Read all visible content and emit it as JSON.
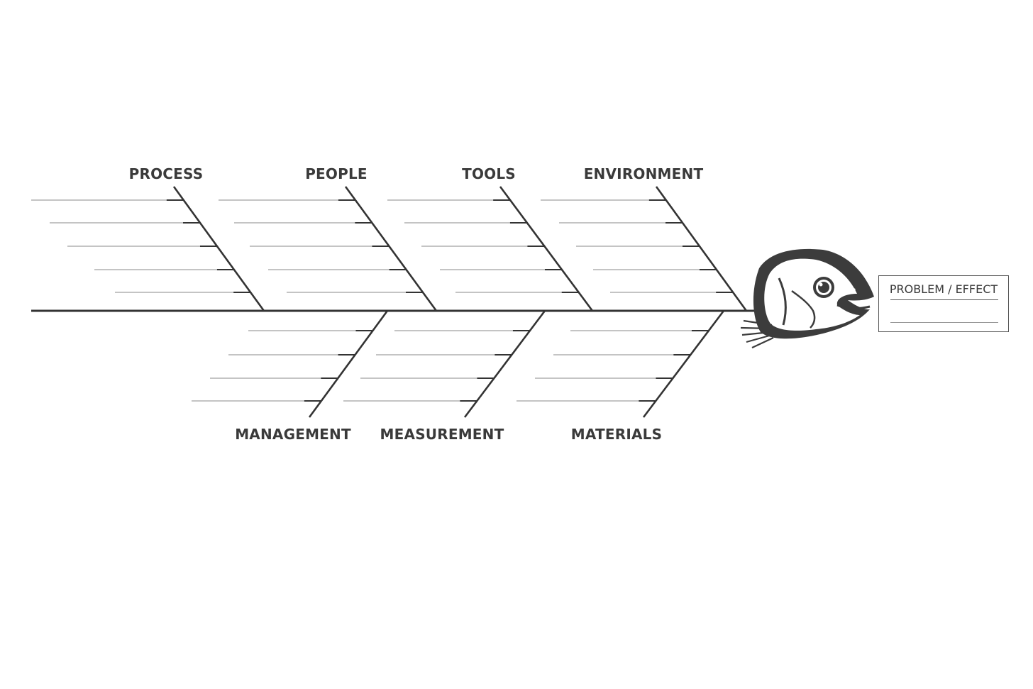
{
  "diagram": {
    "type": "fishbone",
    "top_categories": [
      "PROCESS",
      "PEOPLE",
      "TOOLS",
      "ENVIRONMENT"
    ],
    "bottom_categories": [
      "MANAGEMENT",
      "MEASUREMENT",
      "MATERIALS"
    ],
    "top_sub_lines_per_bone": 5,
    "bottom_sub_lines_per_bone": 4,
    "effect_label": "PROBLEM / EFFECT",
    "head_icon": "fish-head-icon",
    "line_color": "#333333"
  }
}
